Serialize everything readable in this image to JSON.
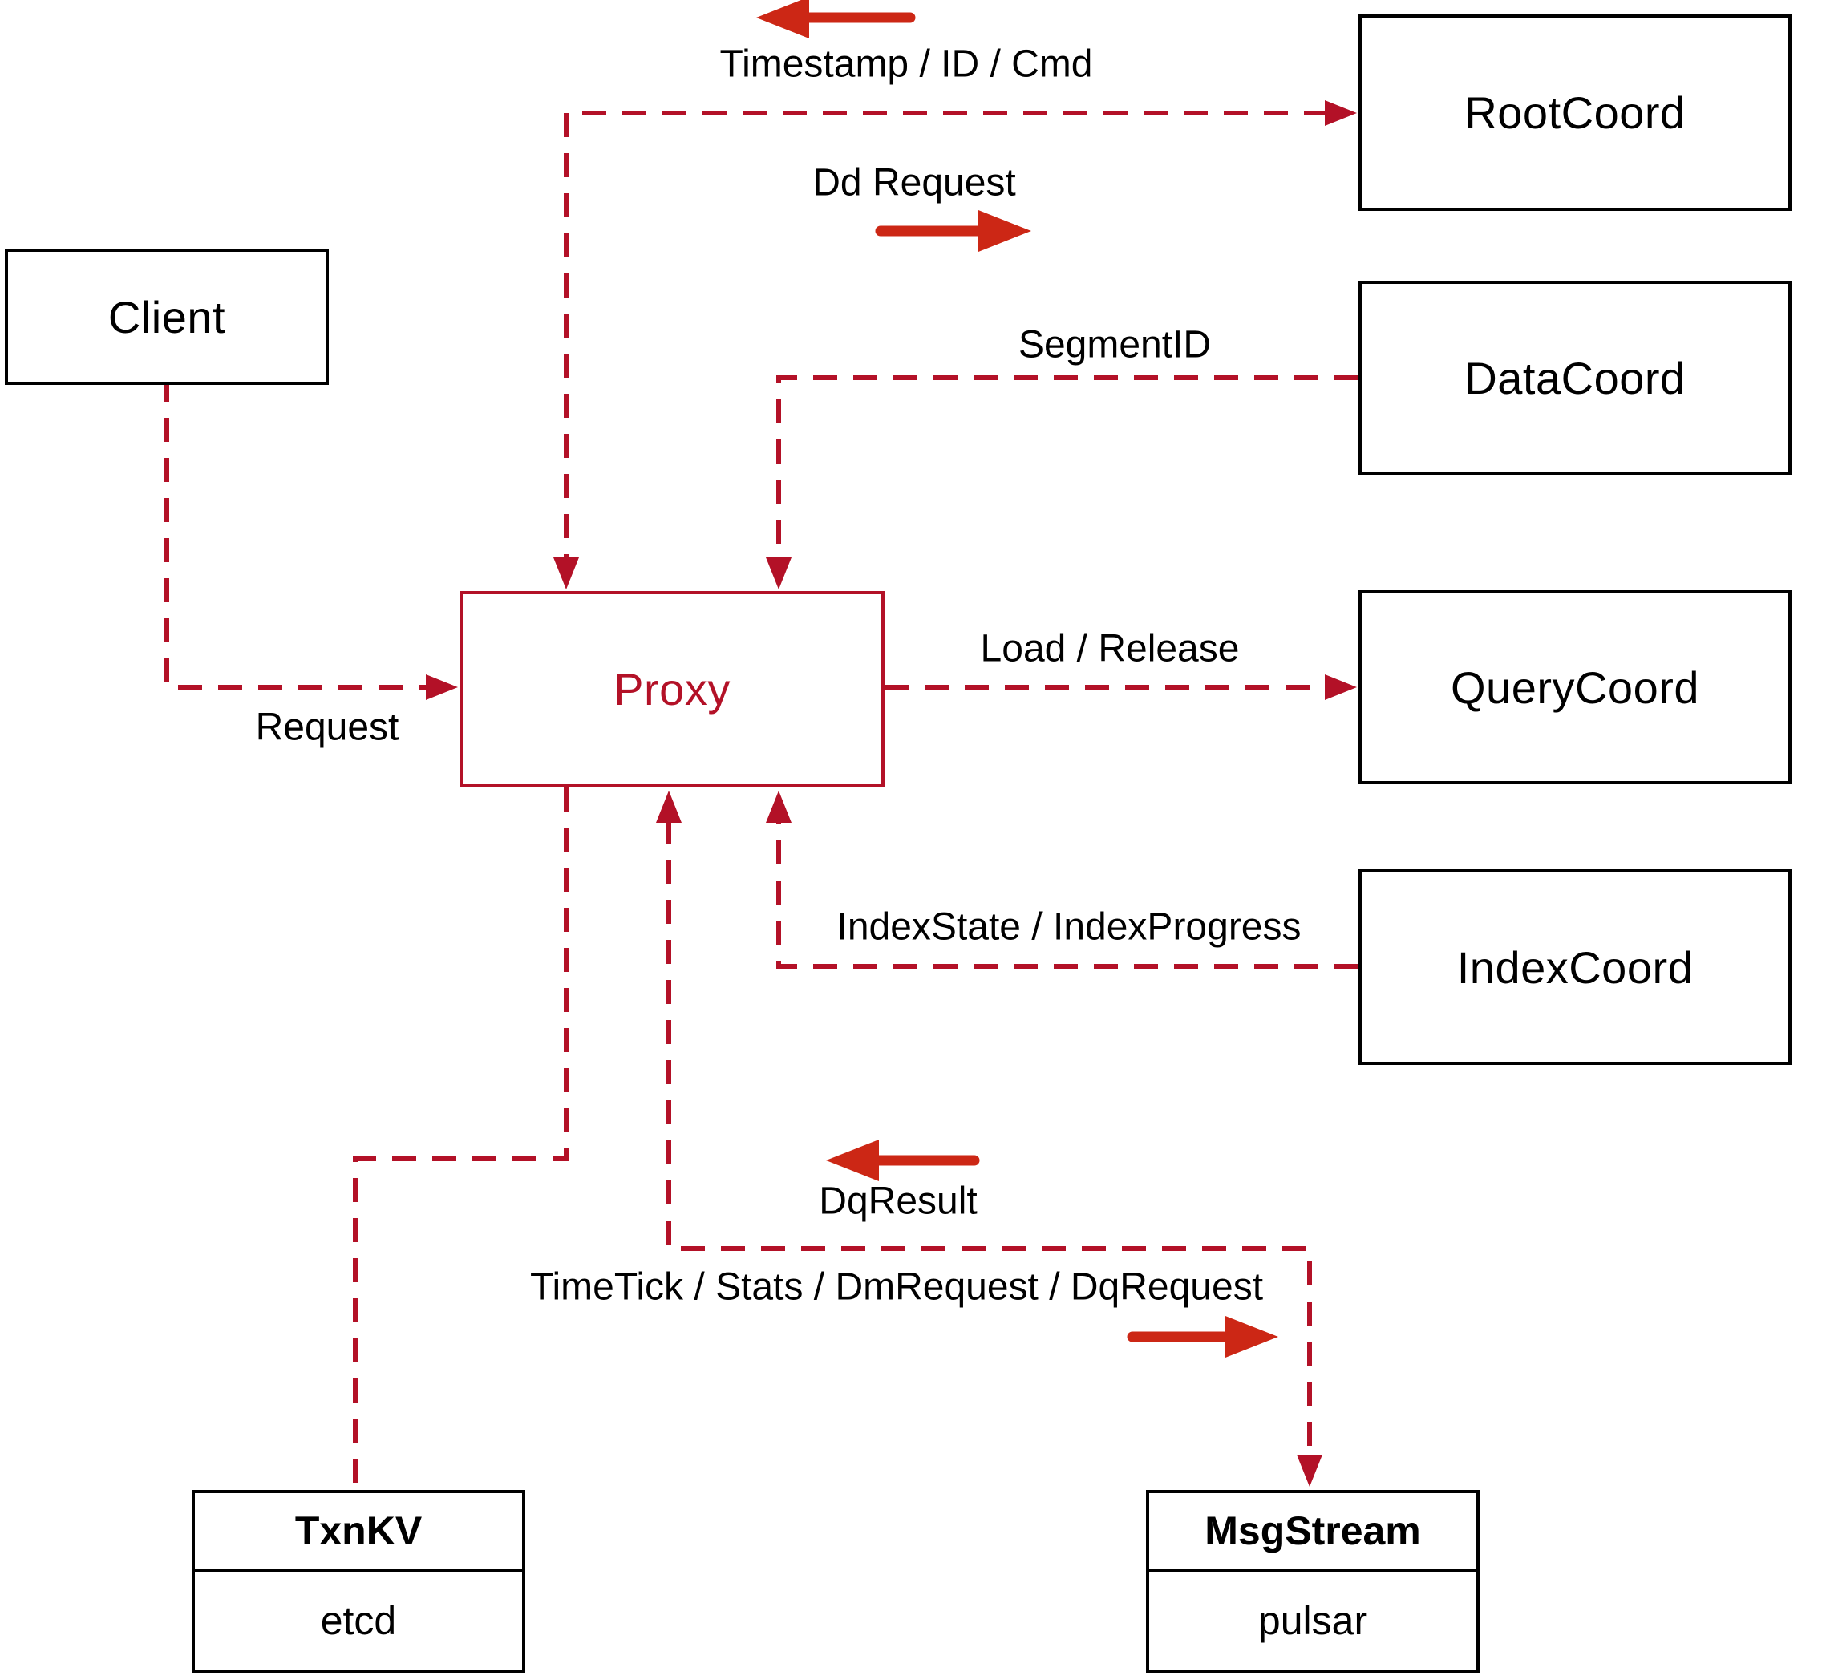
{
  "diagram": {
    "nodes": {
      "client": {
        "label": "Client"
      },
      "proxy": {
        "label": "Proxy"
      },
      "root_coord": {
        "label": "RootCoord"
      },
      "data_coord": {
        "label": "DataCoord"
      },
      "query_coord": {
        "label": "QueryCoord"
      },
      "index_coord": {
        "label": "IndexCoord"
      },
      "txn_kv": {
        "title": "TxnKV",
        "impl": "etcd"
      },
      "msg_stream": {
        "title": "MsgStream",
        "impl": "pulsar"
      }
    },
    "edge_labels": {
      "timestamp": "Timestamp / ID / Cmd",
      "dd_request": "Dd Request",
      "segment_id": "SegmentID",
      "request": "Request",
      "load_release": "Load / Release",
      "index_state": "IndexState / IndexProgress",
      "dq_result": "DqResult",
      "time_tick": "TimeTick / Stats / DmRequest / DqRequest"
    },
    "colors": {
      "crimson": "#b31127",
      "solid_arrow": "#cc2715",
      "box_border": "#000000",
      "text_color": "#000000",
      "bg": "#ffffff"
    }
  }
}
